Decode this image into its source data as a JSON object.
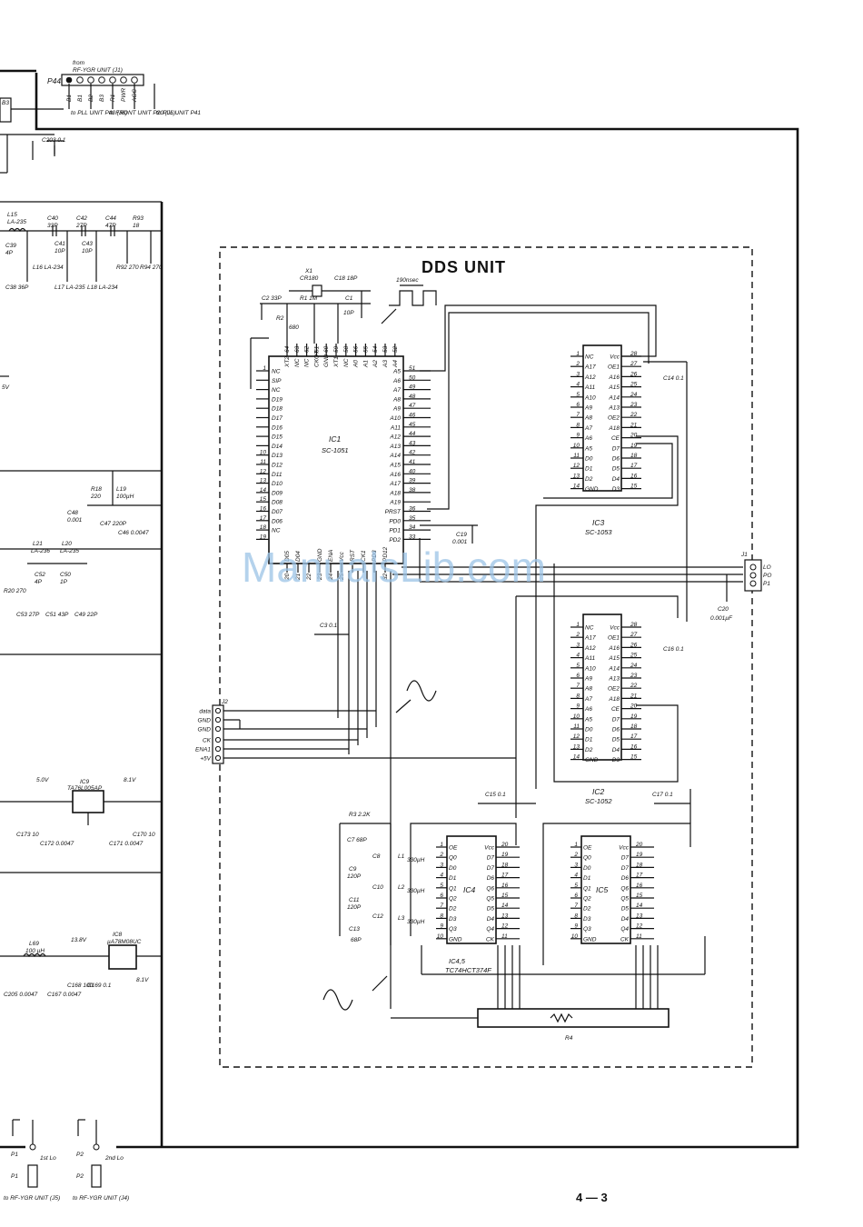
{
  "title": "DDS UNIT",
  "page_number": "4 — 3",
  "watermark": "ManualsLib.com",
  "pulse_label": "190nsec",
  "top_connector": {
    "ref": "P44",
    "from_label": "from",
    "from_unit": "RF-YGR UNIT (J1)",
    "pins": [
      "B1",
      "B1",
      "B2",
      "B3",
      "R1",
      "PWR",
      "AGC"
    ],
    "to_labels": [
      "to PLL UNIT P40 (J8)",
      "to FRONT UNIT P20 (J6)",
      "to PLL UNIT P41"
    ],
    "side_label": "B3"
  },
  "ic1": {
    "ref": "IC1",
    "part": "SC-1051",
    "left_pins": [
      "NC",
      "SIP",
      "NC",
      "D19",
      "D18",
      "D17",
      "D16",
      "D15",
      "D14",
      "D13",
      "D12",
      "D11",
      "D10",
      "D09",
      "D08",
      "D07",
      "D06",
      "NC",
      ""
    ],
    "left_nums": [
      "1",
      "",
      "",
      "",
      "",
      "",
      "",
      "",
      "",
      "10",
      "11",
      "12",
      "13",
      "14",
      "15",
      "16",
      "17",
      "18",
      "19"
    ],
    "right_pins": [
      "A5",
      "A6",
      "A7",
      "A8",
      "A9",
      "A10",
      "A11",
      "A12",
      "A13",
      "A14",
      "A15",
      "A16",
      "A17",
      "A18",
      "A19",
      "PRST",
      "PD0",
      "PD1",
      "PD2"
    ],
    "right_nums": [
      "51",
      "50",
      "49",
      "48",
      "47",
      "46",
      "45",
      "44",
      "43",
      "42",
      "41",
      "40",
      "39",
      "38",
      "",
      "36",
      "35",
      "34",
      "33"
    ],
    "top_pins": [
      "XT2",
      "NC",
      "NC",
      "CKOT",
      "GND",
      "XT1",
      "NC",
      "A0",
      "A1",
      "A2",
      "A3",
      "A4"
    ],
    "top_nums": [
      "64",
      "63",
      "62",
      "61",
      "60",
      "59",
      "58",
      "56",
      "55",
      "54",
      "53",
      "52"
    ],
    "bottom_pins": [
      "D05",
      "D04",
      "",
      "GND",
      "ENA",
      "Vcc",
      "RST",
      "CK1",
      "PD3",
      "PD12"
    ],
    "bottom_nums": [
      "20",
      "21",
      "22",
      "23",
      "24",
      "25",
      "",
      "",
      "",
      "32"
    ]
  },
  "ic3": {
    "ref": "IC3",
    "part": "SC-1053",
    "left_pins": [
      "NC",
      "A17",
      "A12",
      "A11",
      "A10",
      "A9",
      "A8",
      "A7",
      "A6",
      "A5",
      "D0",
      "D1",
      "D2",
      "GND"
    ],
    "right_pins": [
      "Vcc",
      "OE1",
      "A16",
      "A15",
      "A14",
      "A13",
      "OE2",
      "A18",
      "CE",
      "D7",
      "D6",
      "D5",
      "D4",
      "D3"
    ],
    "left_nums": [
      "1",
      "2",
      "3",
      "4",
      "5",
      "6",
      "7",
      "8",
      "9",
      "10",
      "11",
      "12",
      "13",
      "14"
    ],
    "right_nums": [
      "28",
      "27",
      "26",
      "25",
      "24",
      "23",
      "22",
      "21",
      "20",
      "19",
      "18",
      "17",
      "16",
      "15"
    ]
  },
  "ic2": {
    "ref": "IC2",
    "part": "SC-1052",
    "left_pins": [
      "NC",
      "A17",
      "A12",
      "A11",
      "A10",
      "A9",
      "A8",
      "A7",
      "A6",
      "A5",
      "D0",
      "D1",
      "D2",
      "GND"
    ],
    "right_pins": [
      "Vcc",
      "OE1",
      "A16",
      "A15",
      "A14",
      "A13",
      "OE2",
      "A18",
      "CE",
      "D7",
      "D6",
      "D5",
      "D4",
      "D3"
    ],
    "left_nums": [
      "1",
      "2",
      "3",
      "4",
      "5",
      "6",
      "7",
      "8",
      "9",
      "10",
      "11",
      "12",
      "13",
      "14"
    ],
    "right_nums": [
      "28",
      "27",
      "26",
      "25",
      "24",
      "23",
      "22",
      "21",
      "20",
      "19",
      "18",
      "17",
      "16",
      "15"
    ]
  },
  "ic4": {
    "ref": "IC4",
    "left_pins": [
      "OE",
      "Q0",
      "D0",
      "D1",
      "Q1",
      "Q2",
      "D2",
      "D3",
      "Q3",
      "GND"
    ],
    "right_pins": [
      "Vcc",
      "D7",
      "D7",
      "D6",
      "Q6",
      "Q5",
      "D5",
      "D4",
      "Q4",
      "CK"
    ],
    "left_nums": [
      "1",
      "2",
      "3",
      "4",
      "5",
      "6",
      "7",
      "8",
      "9",
      "10"
    ],
    "right_nums": [
      "20",
      "19",
      "18",
      "17",
      "16",
      "15",
      "14",
      "13",
      "12",
      "11"
    ]
  },
  "ic5": {
    "ref": "IC5",
    "left_pins": [
      "OE",
      "Q0",
      "D0",
      "D1",
      "Q1",
      "Q2",
      "D2",
      "D3",
      "Q3",
      "GND"
    ],
    "right_pins": [
      "Vcc",
      "D7",
      "D7",
      "D6",
      "Q6",
      "Q5",
      "D5",
      "D4",
      "Q4",
      "CK"
    ],
    "left_nums": [
      "1",
      "2",
      "3",
      "4",
      "5",
      "6",
      "7",
      "8",
      "9",
      "10"
    ],
    "right_nums": [
      "20",
      "19",
      "18",
      "17",
      "16",
      "15",
      "14",
      "13",
      "12",
      "11"
    ]
  },
  "ic45_label": "IC4,5",
  "ic45_part": "TC74HCT374F",
  "ic9": {
    "ref": "IC9",
    "part": "TA76L005AP",
    "vin": "8.1V",
    "vout": "5.0V"
  },
  "ic8": {
    "ref": "IC8",
    "part": "µA78M08UC",
    "vin": "13.8V",
    "vout": "8.1V"
  },
  "r4": "R4",
  "j1": {
    "ref": "J1",
    "pins": [
      "LO",
      "PO",
      "P1"
    ]
  },
  "j2": {
    "ref": "J2",
    "pins": [
      "data",
      "GND",
      "GND",
      "CK",
      "ENA1",
      "+5V"
    ]
  },
  "dds_parts": {
    "x1": "X1",
    "x1v": "CR180",
    "c18": "C18 18P",
    "c2": "C2 33P",
    "r1": "R1 1M",
    "c1": "C1",
    "c1v": "10P",
    "r2": "R2",
    "r2v": "680",
    "c3": "C3 0.1",
    "c19": "C19",
    "c19v": "0.001",
    "c14": "C14 0.1",
    "c16": "C16 0.1",
    "c20": "C20",
    "c20v": "0.001µF",
    "c15": "C15 0.1",
    "c17": "C17 0.1",
    "r3": "R3 2.2K",
    "c7": "C7 68P",
    "c9": "C9",
    "c9v": "120P",
    "c11": "C11",
    "c11v": "120P",
    "c13": "C13",
    "c13v": "68P",
    "c8": "C8",
    "c10": "C10",
    "c12": "C12",
    "l1": "L1",
    "l2": "L2",
    "l3": "L3",
    "l1v": "330µH",
    "l2v": "330µH",
    "l3v": "330µH"
  },
  "left_parts": {
    "c203": "C203 0.1",
    "l15": "L15",
    "l15v": "LA-235",
    "c40": "C40",
    "c40v": "33P",
    "c42": "C42",
    "c42v": "27P",
    "c44": "C44",
    "c44v": "47P",
    "r93": "R93",
    "r93v": "18",
    "c39": "C39",
    "c39v": "4P",
    "l16": "L16 LA-234",
    "c41": "C41",
    "c41v": "10P",
    "c43": "C43",
    "c43v": "10P",
    "r92": "R92 270",
    "r94": "R94 270",
    "c38": "C38 36P",
    "l17": "L17 LA-235",
    "l18": "L18 LA-234",
    "v5": "5V",
    "r18": "R18",
    "r18v": "220",
    "l19": "L19",
    "l19v": "100µH",
    "c48": "C48",
    "c48v": "0.001",
    "c47": "C47 220P",
    "c46": "C46 0.0047",
    "l21": "L21",
    "l21v": "LA-236",
    "l20": "L20",
    "l20v": "LA-235",
    "c52": "C52",
    "c52v": "4P",
    "c50": "C50",
    "c50v": "1P",
    "r20": "R20 270",
    "c53": "C53 27P",
    "c51": "C51 43P",
    "c49": "C49 22P",
    "c173": "C173 10",
    "c172": "C172 0.0047",
    "c171": "C171 0.0047",
    "c170": "C170 10",
    "l69": "L69",
    "l69v": "100 µH",
    "c205": "C205 0.0047",
    "c167": "C167 0.0047",
    "c168": "C168 100",
    "c169": "C169 0.1",
    "p1": "P1",
    "p2": "P2",
    "lo1": "1st Lo",
    "lo2": "2nd Lo",
    "to1": "to RF-YGR UNIT (J5)",
    "to2": "to RF-YGR UNIT (J4)"
  }
}
